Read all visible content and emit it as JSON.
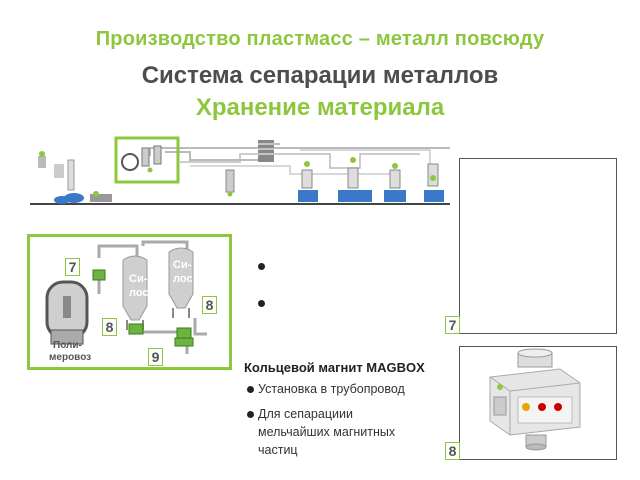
{
  "header": {
    "line1": "Производство пластмасс – металл повсюду",
    "line2": "Система сепарации металлов",
    "line3": "Хранение материала"
  },
  "diagram": {
    "silo_left_label": "Си-\nлос",
    "silo_right_label": "Си-\nлос",
    "truck_label": "Поли-\nмеровоз",
    "markers": [
      "7",
      "8",
      "8",
      "9"
    ]
  },
  "panels": {
    "panel_top_marker": "7",
    "panel_bottom_marker": "8"
  },
  "description": {
    "title": "Кольцевой магнит MAGBOX",
    "items": [
      "Установка в трубопровод",
      "Для сепарациии\nмельчайших магнитных\nчастиц"
    ]
  },
  "colors": {
    "accent_green": "#8dc63f",
    "dark_gray": "#4d4d4d"
  }
}
